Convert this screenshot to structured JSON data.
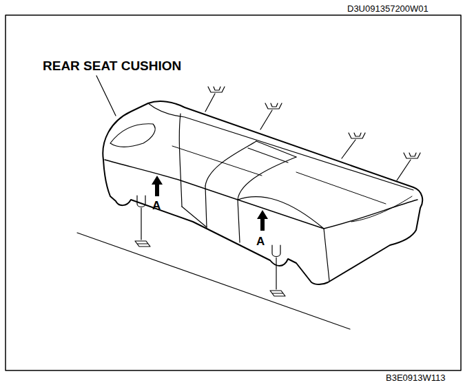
{
  "diagram": {
    "labels": [
      "D3U091357200W01",
      "REAR SEAT CUSHION",
      "A",
      "A",
      "B3E0913W113"
    ]
  }
}
